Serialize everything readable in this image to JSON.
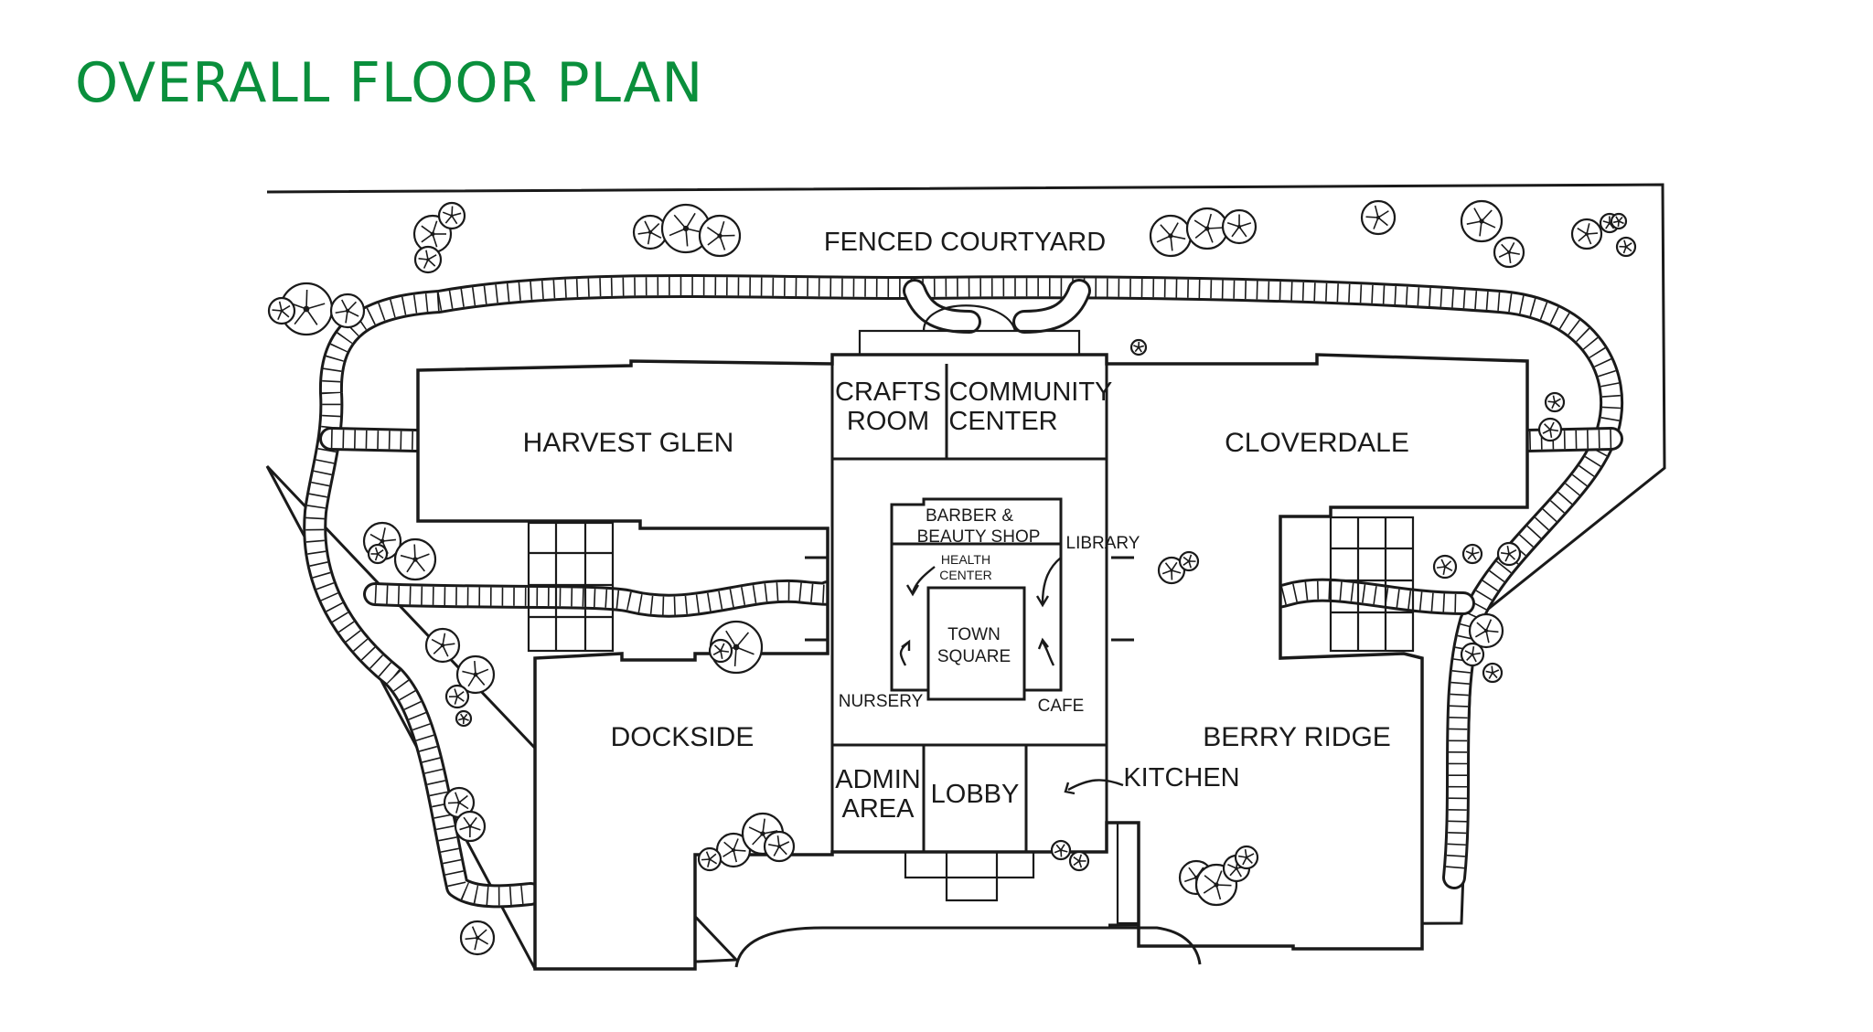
{
  "title": "OVERALL FLOOR PLAN",
  "colors": {
    "title": "#0a8f3c",
    "ink": "#1a1a1a",
    "background": "#ffffff"
  },
  "areas": {
    "courtyard": "FENCED COURTYARD",
    "harvest_glen": "HARVEST GLEN",
    "cloverdale": "CLOVERDALE",
    "dockside": "DOCKSIDE",
    "berry_ridge": "BERRY RIDGE",
    "crafts_room": [
      "CRAFTS",
      "ROOM"
    ],
    "community_center": [
      "COMMUNITY",
      "CENTER"
    ],
    "barber_beauty": [
      "BARBER &",
      "BEAUTY SHOP"
    ],
    "health_center": [
      "HEALTH",
      "CENTER"
    ],
    "library": "LIBRARY",
    "town_square": [
      "TOWN",
      "SQUARE"
    ],
    "nursery": "NURSERY",
    "cafe": "CAFE",
    "admin_area": [
      "ADMIN",
      "AREA"
    ],
    "lobby": "LOBBY",
    "kitchen": "KITCHEN"
  }
}
